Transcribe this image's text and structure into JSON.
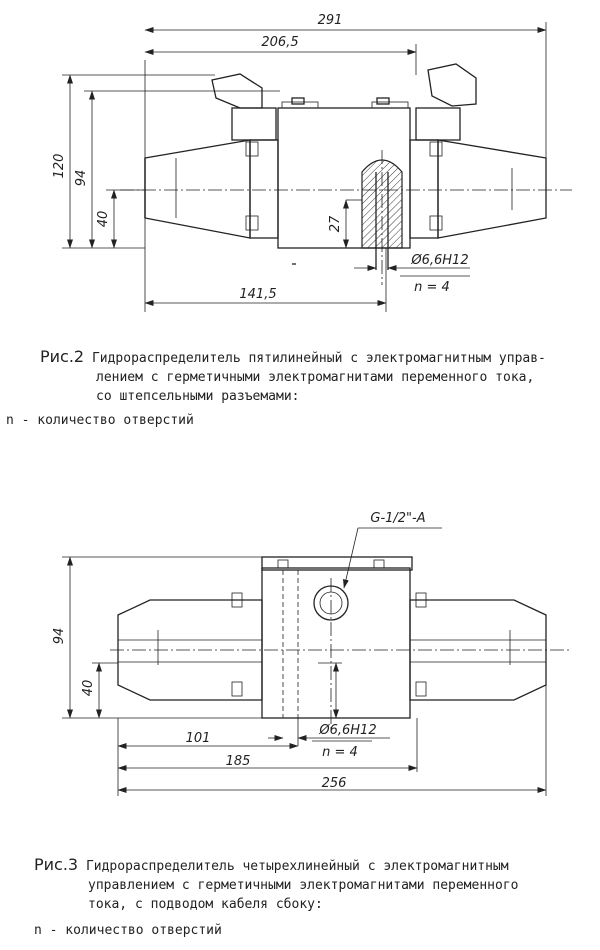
{
  "figure2": {
    "dimensions": {
      "overall_length": "291",
      "body_length": "206,5",
      "height_total": "120",
      "height_body": "94",
      "height_offset": "40",
      "hole_depth": "27",
      "hole_position": "141,5",
      "hole_diameter": "Ø6,6H12",
      "hole_count": "n = 4"
    },
    "caption": {
      "label": "Рис.2",
      "line1": "Гидрораспределитель пятилинейный с электромагнитным управ-",
      "line2": "лением с герметичными электромагнитами переменного тока,",
      "line3": "со штепсельными разъемами:"
    },
    "note": "n  - количество отверстий"
  },
  "figure3": {
    "dimensions": {
      "thread_label": "G-1/2\"-A",
      "height_body": "94",
      "height_offset": "40",
      "hole_diameter": "Ø6,6H12",
      "hole_count": "n = 4",
      "hole_position": "101",
      "body_position": "185",
      "overall_length": "256"
    },
    "caption": {
      "label": "Рис.3",
      "line1": "Гидрораспределитель четырехлинейный с электромагнитным",
      "line2": "управлением с герметичными электромагнитами переменного",
      "line3": "тока, с подводом кабеля сбоку:"
    },
    "note": "n  - количество отверстий"
  }
}
